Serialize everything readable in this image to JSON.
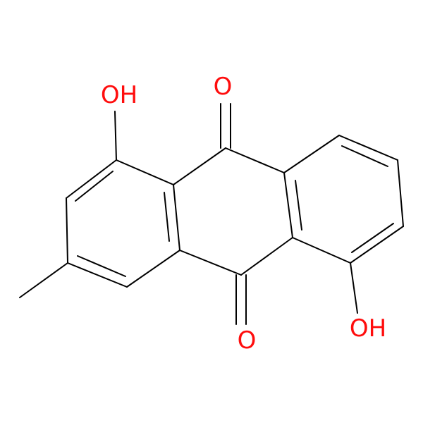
{
  "molecule": {
    "atoms": {
      "oh_top": {
        "label": "OH",
        "color": "#ff0d0d"
      },
      "o_top": {
        "label": "O",
        "color": "#ff0d0d"
      },
      "o_bottom": {
        "label": "O",
        "color": "#ff0d0d"
      },
      "oh_bottom": {
        "label": "OH",
        "color": "#ff0d0d"
      }
    },
    "bond_color": "#000000",
    "background": "#ffffff"
  }
}
